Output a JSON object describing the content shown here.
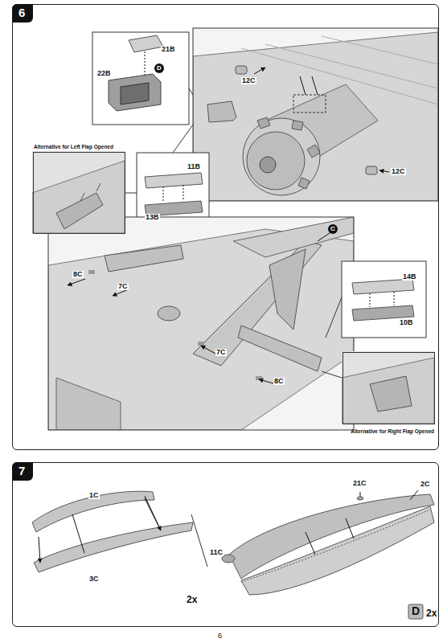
{
  "diagram": {
    "nodes": [
      {
        "text": [
          "6"
        ]
      },
      {
        "text": [
          "Alternative for Left Flap Opened"
        ],
        "in": 0
      },
      {
        "text": [
          "Alternative for Right Flap Opened"
        ],
        "in": 0
      },
      {
        "text": [
          "7"
        ]
      }
    ],
    "edges": [],
    "labels": [
      "21B",
      "D",
      "22B",
      "12C",
      "12C",
      "11B",
      "13B",
      "C",
      "8C",
      "7C",
      "7C",
      "8C",
      "14B",
      "10B",
      "1C",
      "3C",
      "2x",
      "21C",
      "2C",
      "11C",
      "D",
      "2x",
      "6"
    ]
  }
}
